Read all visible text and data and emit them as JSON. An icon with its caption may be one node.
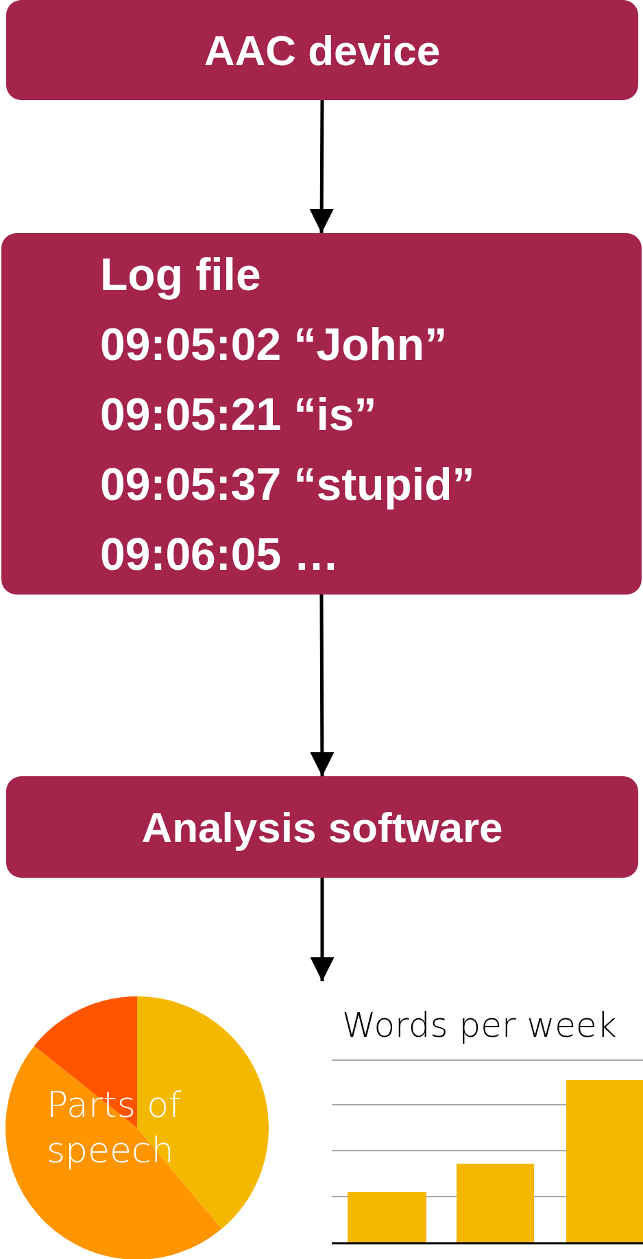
{
  "diagram": {
    "nodes": [
      {
        "text": [
          "AAC device"
        ]
      },
      {
        "text": [
          "Log file",
          "09:05:02 “John”",
          "09:05:21 “is”",
          "09:05:37 “stupid”",
          "09:06:05 …"
        ]
      },
      {
        "text": [
          "Analysis software"
        ]
      },
      {
        "text": [
          "Parts of speech"
        ]
      }
    ],
    "edges": [
      {
        "from": 0,
        "to": 1,
        "arrow": "to"
      },
      {
        "from": 1,
        "to": 2,
        "arrow": "to"
      },
      {
        "from": 2,
        "to": null,
        "arrow": "to"
      }
    ],
    "labels": [
      "Words per week"
    ]
  }
}
